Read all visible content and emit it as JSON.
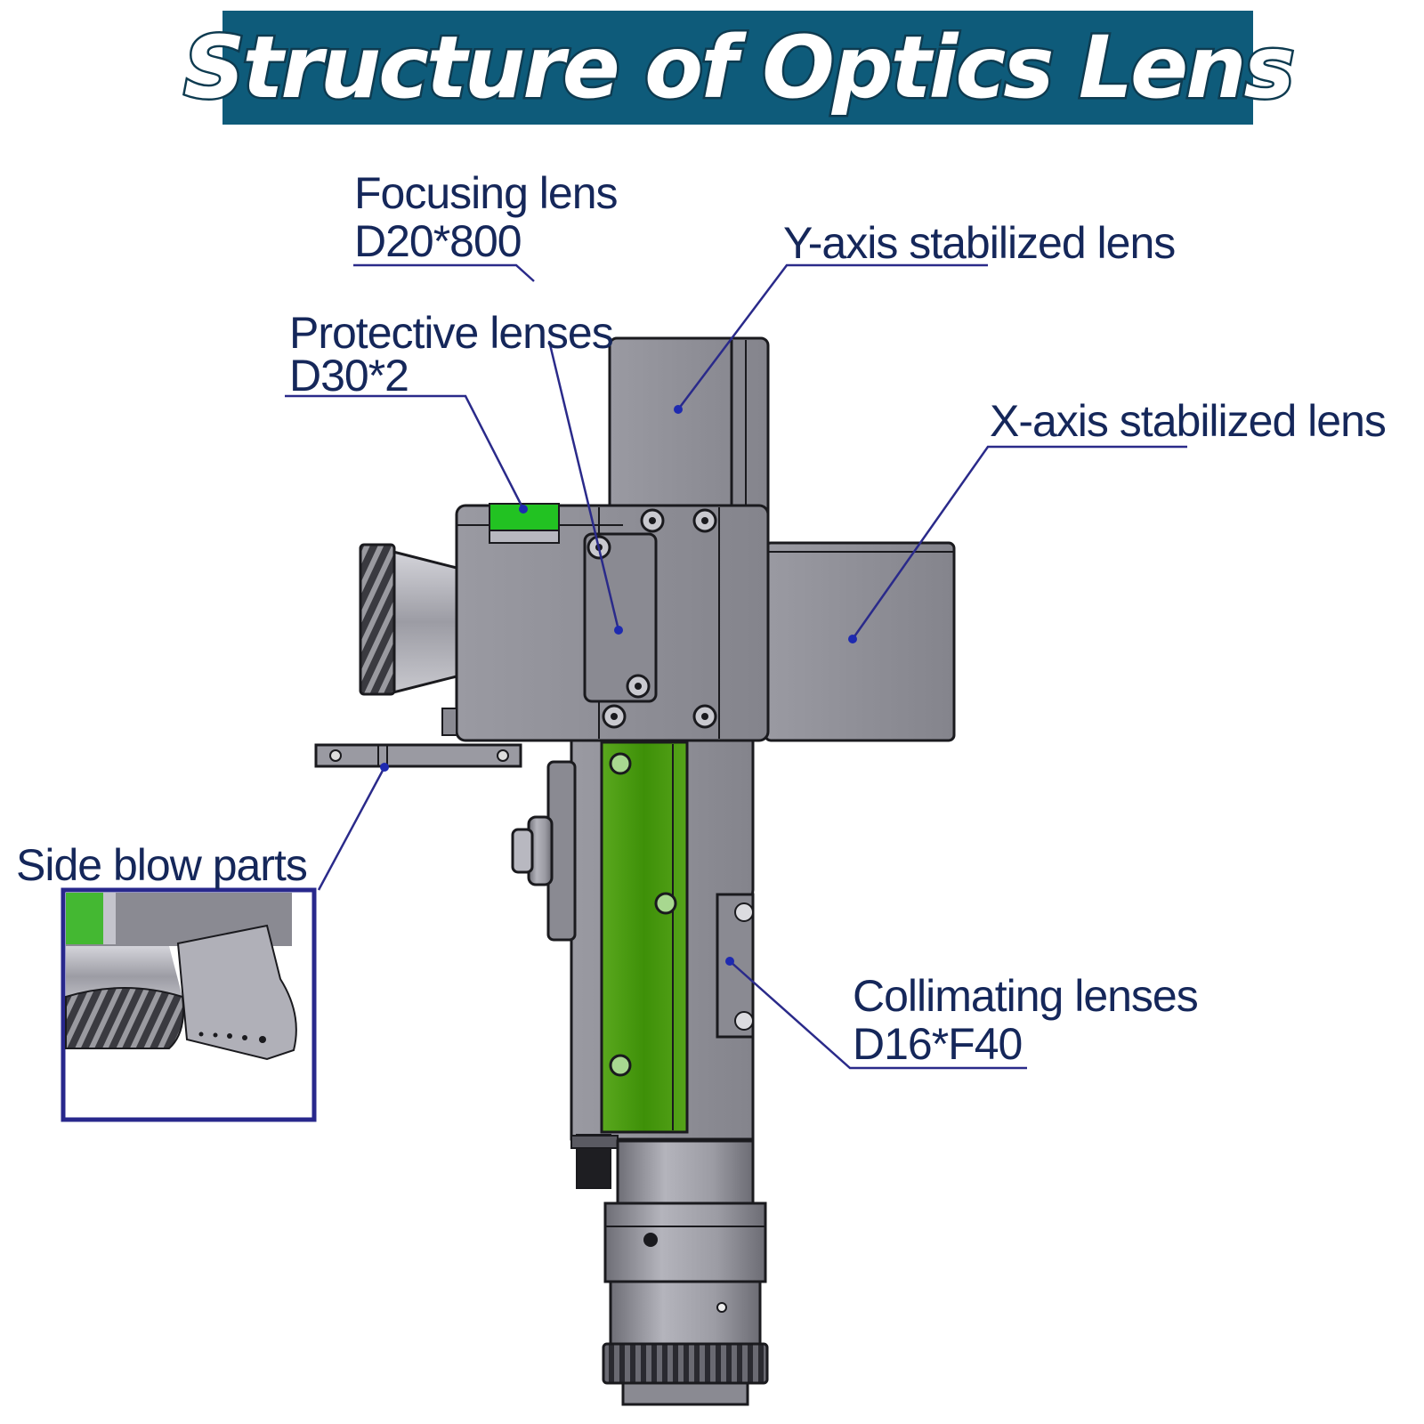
{
  "title": "Structure of Optics Lens",
  "colors": {
    "title_bg": "#0e5b7a",
    "label_text": "#15275a",
    "leader_line": "#2a2a8a",
    "body_gray": "#8e8e96",
    "accent_green": "#4c9c1a",
    "inset_frame": "#28288c"
  },
  "labels": {
    "focusing_lens": {
      "name": "Focusing lens",
      "spec": "D20*800"
    },
    "protective_lenses": {
      "name": "Protective lenses",
      "spec": "D30*2"
    },
    "y_axis_lens": {
      "name": "Y-axis stabilized lens"
    },
    "x_axis_lens": {
      "name": "X-axis stabilized lens"
    },
    "side_blow": {
      "name": "Side blow parts"
    },
    "collimating_lenses": {
      "name": "Collimating lenses",
      "spec": "D16*F40"
    }
  }
}
